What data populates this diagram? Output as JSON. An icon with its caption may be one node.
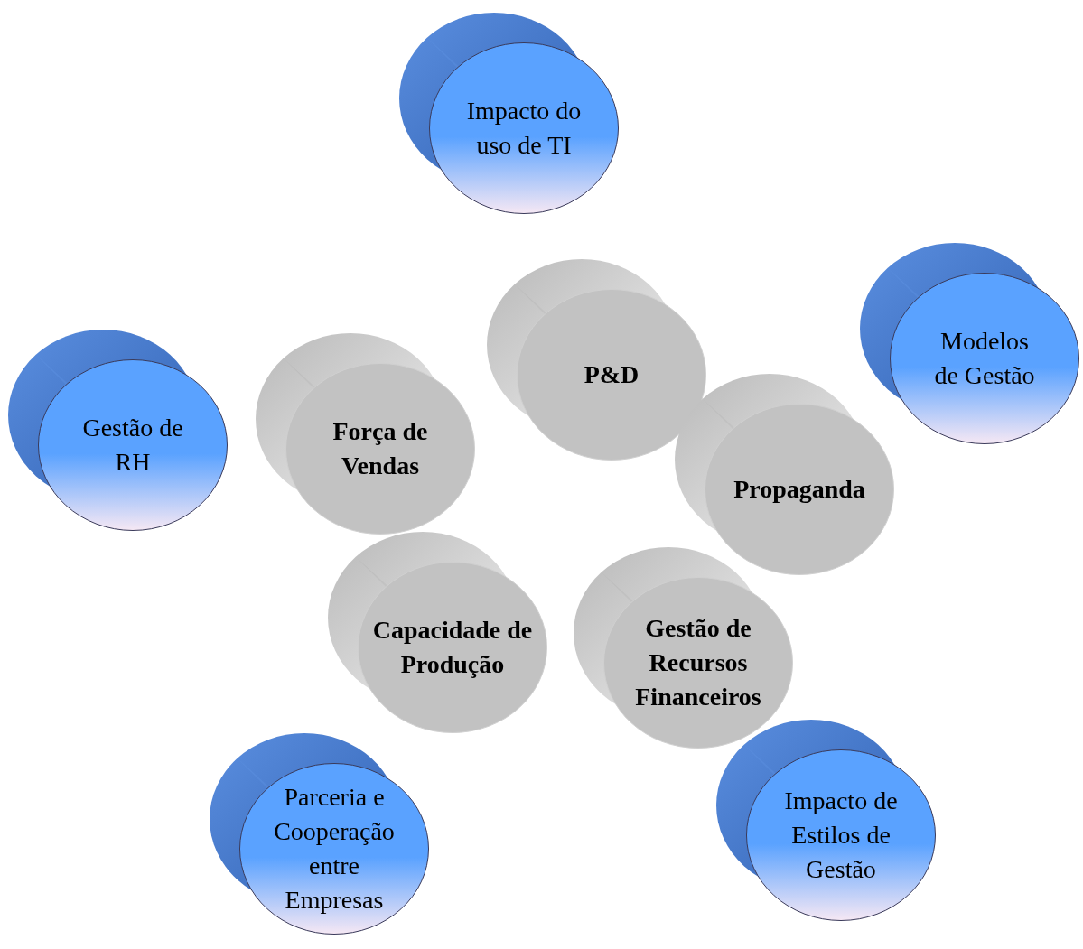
{
  "diagram": {
    "nodes": [
      {
        "text": [
          "Impacto do uso de TI"
        ]
      },
      {
        "text": [
          "P&D"
        ]
      },
      {
        "text": [
          "Modelos de Gestão"
        ]
      },
      {
        "text": [
          "Gestão de RH"
        ]
      },
      {
        "text": [
          "Força de Vendas"
        ]
      },
      {
        "text": [
          "Propaganda"
        ]
      },
      {
        "text": [
          "Capacidade de Produção"
        ]
      },
      {
        "text": [
          "Gestão de Recursos Financeiros"
        ]
      },
      {
        "text": [
          "Impacto de Estilos de Gestão"
        ]
      },
      {
        "text": [
          "Parceria e Cooperação entre Empresas"
        ]
      }
    ]
  }
}
